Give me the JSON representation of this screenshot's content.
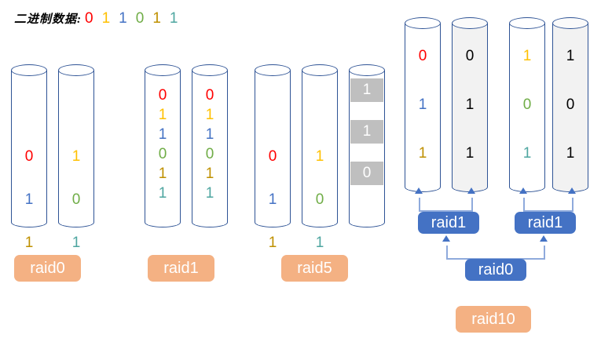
{
  "header": {
    "label": "二进制数据:",
    "bits": [
      {
        "value": "0",
        "color": "#ff0000"
      },
      {
        "value": "1",
        "color": "#ffc000"
      },
      {
        "value": "1",
        "color": "#4472c4"
      },
      {
        "value": "0",
        "color": "#70ad47"
      },
      {
        "value": "1",
        "color": "#bf9000"
      },
      {
        "value": "1",
        "color": "#4ea6a0"
      }
    ]
  },
  "colors": {
    "cylinder_stroke": "#2e5395",
    "cylinder_fill": "#ffffff",
    "mirror_fill": "#f2f2f2",
    "parity_band": "#bfbfbf",
    "orange_tag": "#f4b183",
    "blue_tag": "#4472c4",
    "connector": "#8faadc",
    "arrow_head": "#4472c4"
  },
  "groups": {
    "raid0": {
      "label": "raid0",
      "disks": [
        {
          "name": "disk-1",
          "fill": "white",
          "digits": [
            {
              "value": "0",
              "color": "#ff0000"
            },
            {
              "value": "1",
              "color": "#4472c4"
            },
            {
              "value": "1",
              "color": "#bf9000"
            }
          ]
        },
        {
          "name": "disk-2",
          "fill": "white",
          "digits": [
            {
              "value": "1",
              "color": "#ffc000"
            },
            {
              "value": "0",
              "color": "#70ad47"
            },
            {
              "value": "1",
              "color": "#4ea6a0"
            }
          ]
        }
      ]
    },
    "raid1": {
      "label": "raid1",
      "disks": [
        {
          "name": "disk-1",
          "fill": "white",
          "digits": [
            {
              "value": "0",
              "color": "#ff0000"
            },
            {
              "value": "1",
              "color": "#ffc000"
            },
            {
              "value": "1",
              "color": "#4472c4"
            },
            {
              "value": "0",
              "color": "#70ad47"
            },
            {
              "value": "1",
              "color": "#bf9000"
            },
            {
              "value": "1",
              "color": "#4ea6a0"
            }
          ]
        },
        {
          "name": "disk-2",
          "fill": "white",
          "digits": [
            {
              "value": "0",
              "color": "#ff0000"
            },
            {
              "value": "1",
              "color": "#ffc000"
            },
            {
              "value": "1",
              "color": "#4472c4"
            },
            {
              "value": "0",
              "color": "#70ad47"
            },
            {
              "value": "1",
              "color": "#bf9000"
            },
            {
              "value": "1",
              "color": "#4ea6a0"
            }
          ]
        }
      ]
    },
    "raid5": {
      "label": "raid5",
      "disks": [
        {
          "name": "disk-1",
          "fill": "white",
          "digits": [
            {
              "value": "0",
              "color": "#ff0000"
            },
            {
              "value": "1",
              "color": "#4472c4"
            },
            {
              "value": "1",
              "color": "#bf9000"
            }
          ]
        },
        {
          "name": "disk-2",
          "fill": "white",
          "digits": [
            {
              "value": "1",
              "color": "#ffc000"
            },
            {
              "value": "0",
              "color": "#70ad47"
            },
            {
              "value": "1",
              "color": "#4ea6a0"
            }
          ]
        },
        {
          "name": "parity-disk",
          "fill": "white",
          "parity": [
            "1",
            "1",
            "0"
          ]
        }
      ]
    },
    "raid10": {
      "label": "raid10",
      "sub_labels": {
        "mirror_left": "raid1",
        "mirror_right": "raid1",
        "stripe": "raid0"
      },
      "disks": [
        {
          "name": "disk-1",
          "fill": "white",
          "digits": [
            {
              "value": "0",
              "color": "#ff0000"
            },
            {
              "value": "1",
              "color": "#4472c4"
            },
            {
              "value": "1",
              "color": "#bf9000"
            }
          ]
        },
        {
          "name": "disk-2-mirror",
          "fill": "gray",
          "digits": [
            {
              "value": "0",
              "color": "#000000"
            },
            {
              "value": "1",
              "color": "#000000"
            },
            {
              "value": "1",
              "color": "#000000"
            }
          ]
        },
        {
          "name": "disk-3",
          "fill": "white",
          "digits": [
            {
              "value": "1",
              "color": "#ffc000"
            },
            {
              "value": "0",
              "color": "#70ad47"
            },
            {
              "value": "1",
              "color": "#4ea6a0"
            }
          ]
        },
        {
          "name": "disk-4-mirror",
          "fill": "gray",
          "digits": [
            {
              "value": "1",
              "color": "#000000"
            },
            {
              "value": "0",
              "color": "#000000"
            },
            {
              "value": "1",
              "color": "#000000"
            }
          ]
        }
      ]
    }
  }
}
